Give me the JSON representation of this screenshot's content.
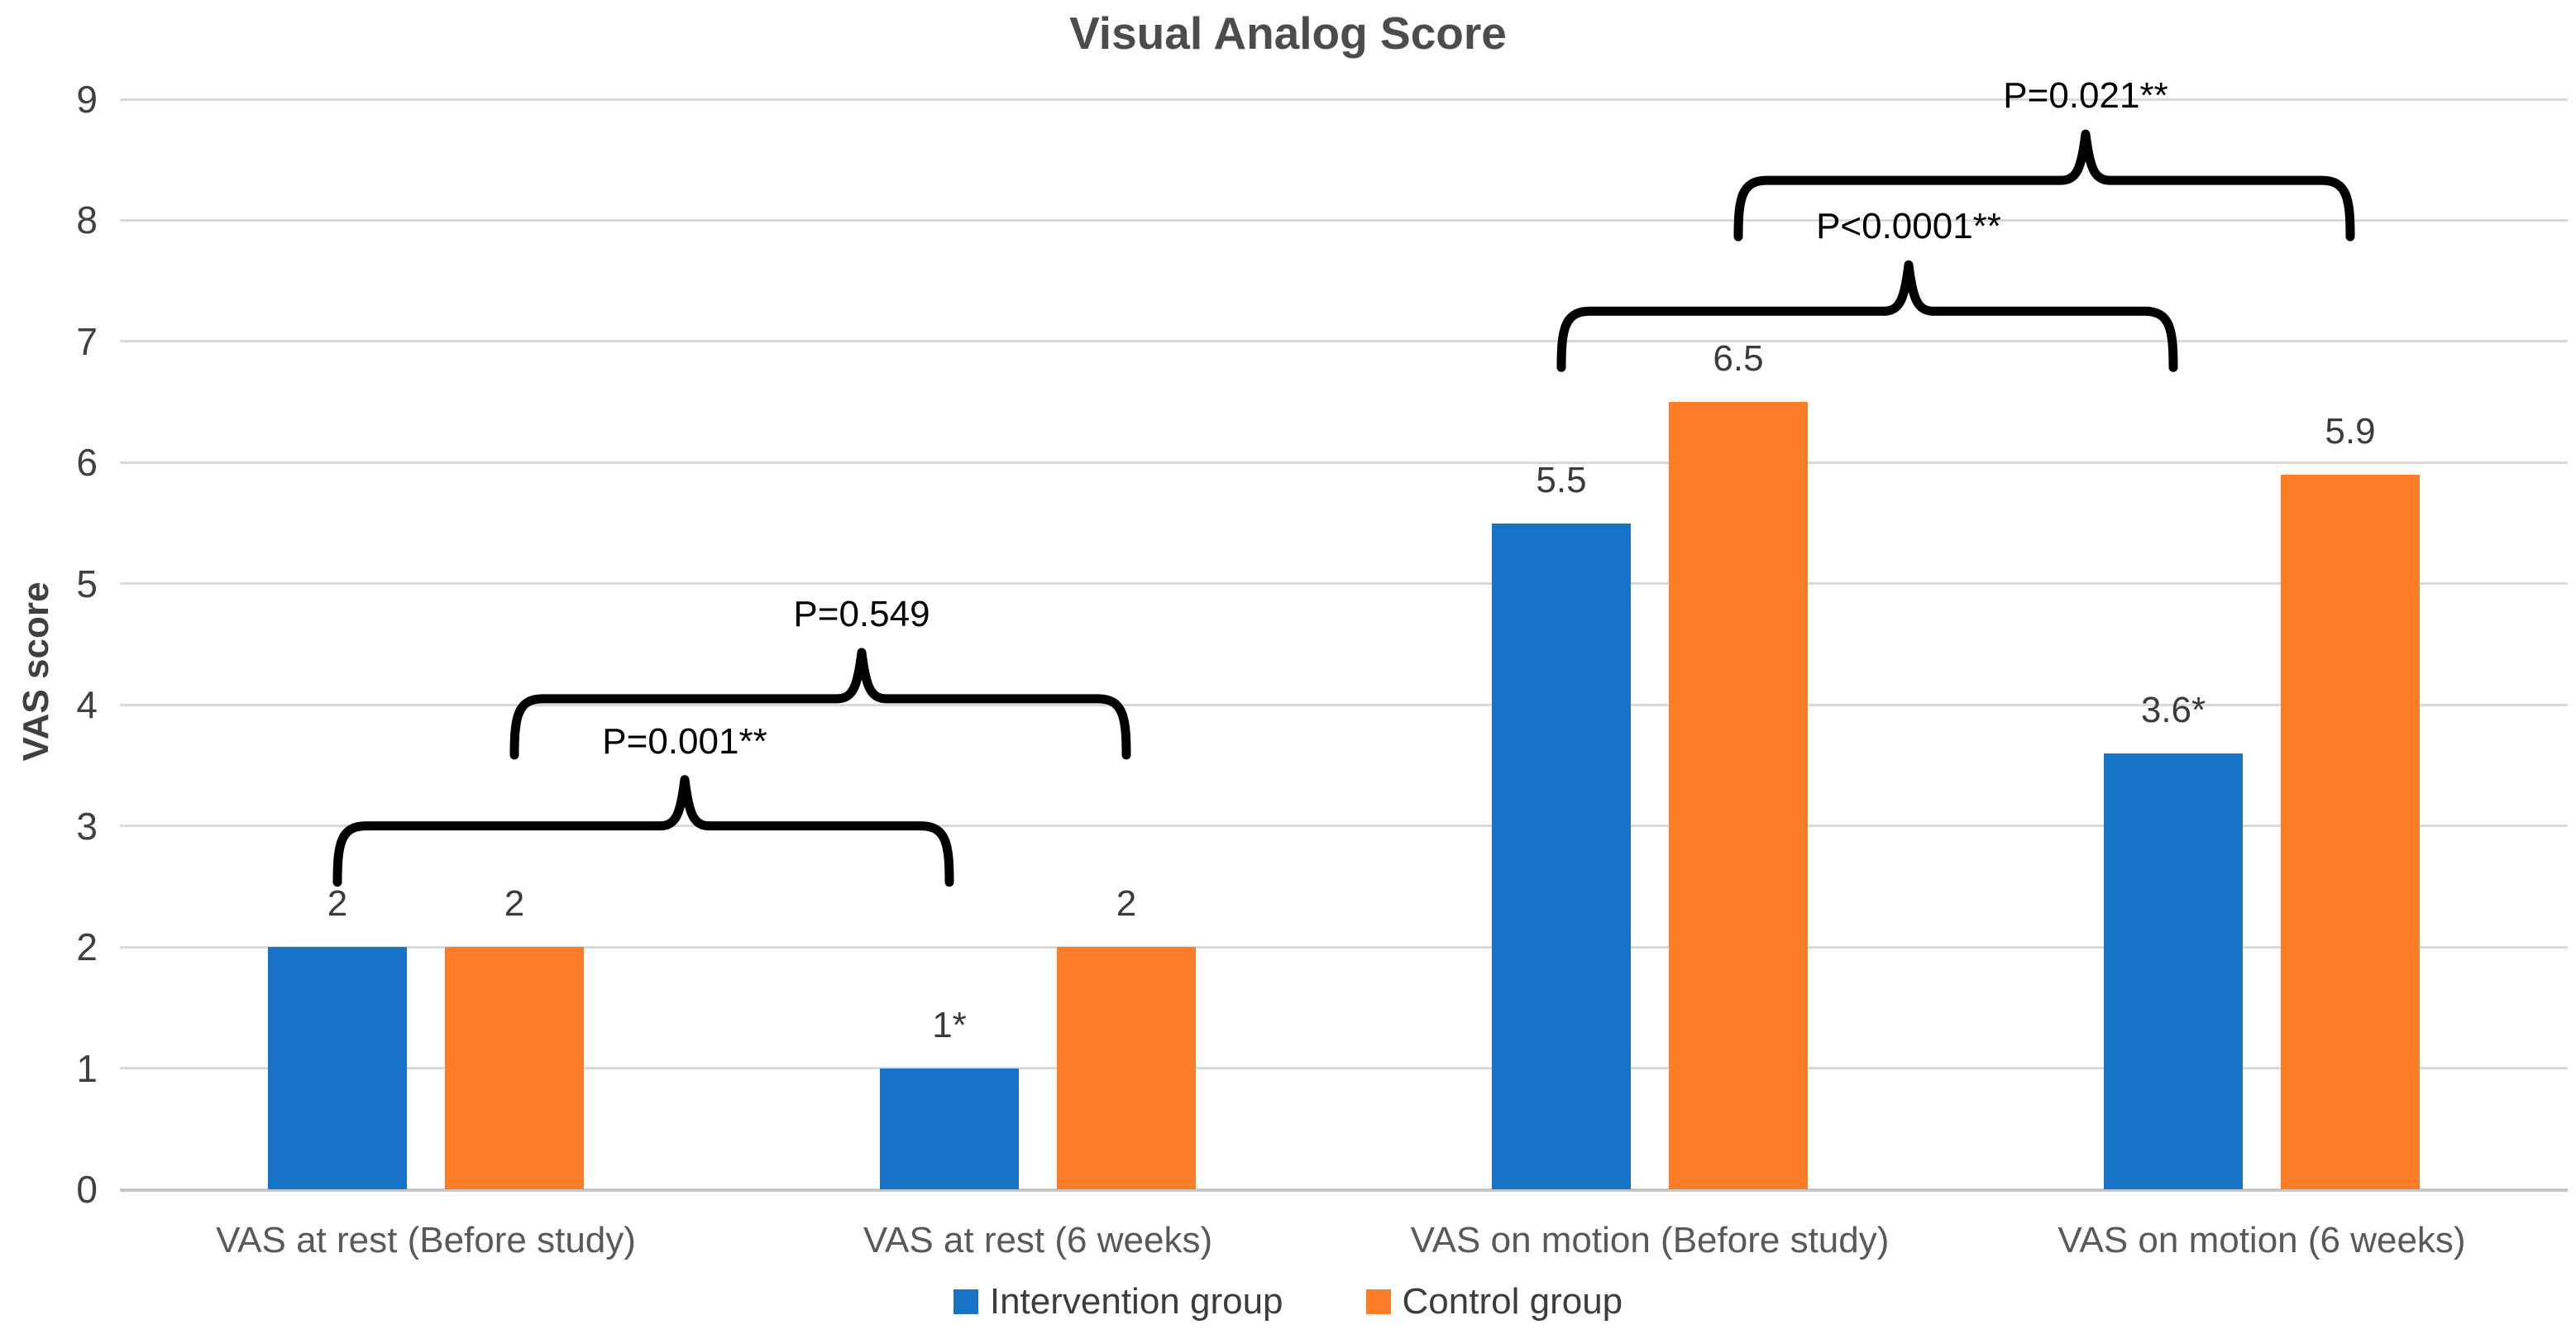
{
  "chart_data": {
    "type": "bar",
    "title": "Visual Analog Score",
    "ylabel": "VAS score",
    "xlabel": "",
    "categories": [
      "VAS at rest (Before study)",
      "VAS at rest (6 weeks)",
      "VAS on motion (Before study)",
      "VAS on motion (6 weeks)"
    ],
    "series": [
      {
        "name": "Intervention group",
        "color": "#1673C8",
        "values": [
          2,
          1,
          5.5,
          3.6
        ],
        "value_labels": [
          "2",
          "1*",
          "5.5",
          "3.6*"
        ]
      },
      {
        "name": "Control group",
        "color": "#FB7D28",
        "values": [
          2,
          2,
          6.5,
          5.9
        ],
        "value_labels": [
          "2",
          "2",
          "6.5",
          "5.9"
        ]
      }
    ],
    "y_axis": {
      "min": 0,
      "max": 9,
      "tick_step": 1,
      "ticks": [
        "0",
        "1",
        "2",
        "3",
        "4",
        "5",
        "6",
        "7",
        "8",
        "9"
      ]
    },
    "grid": true,
    "gridline_color": "#d9d9d9",
    "legend_position": "bottom",
    "significance_brackets": [
      {
        "label": "P=0.001**",
        "series": "Intervention group",
        "from_category": "VAS at rest (Before study)",
        "to_category": "VAS at rest (6 weeks)",
        "line_value": 3.0
      },
      {
        "label": "P=0.549",
        "series": "Control group",
        "from_category": "VAS at rest (Before study)",
        "to_category": "VAS at rest (6 weeks)",
        "line_value": 4.05
      },
      {
        "label": "P<0.0001**",
        "series": "Intervention group",
        "from_category": "VAS on motion (Before study)",
        "to_category": "VAS on motion (6 weeks)",
        "line_value": 7.25
      },
      {
        "label": "P=0.021**",
        "series": "Control group",
        "from_category": "VAS on motion (Before study)",
        "to_category": "VAS on motion (6 weeks)",
        "line_value": 8.33
      }
    ]
  }
}
